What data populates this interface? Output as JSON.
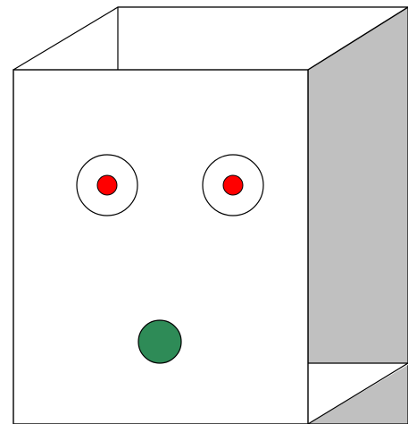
{
  "diagram": {
    "colors": {
      "background": "#ffffff",
      "front_face": "#ffffff",
      "back_face": "#c0c0c0",
      "right_side": "#c0c0c0",
      "outline": "#000000",
      "eye_fill": "#ff0000",
      "mouth_fill": "#2e8b57"
    },
    "shapes": [
      "box-open-cube",
      "left-eye-ring",
      "left-eye-dot",
      "right-eye-ring",
      "right-eye-dot",
      "mouth-dot"
    ]
  }
}
